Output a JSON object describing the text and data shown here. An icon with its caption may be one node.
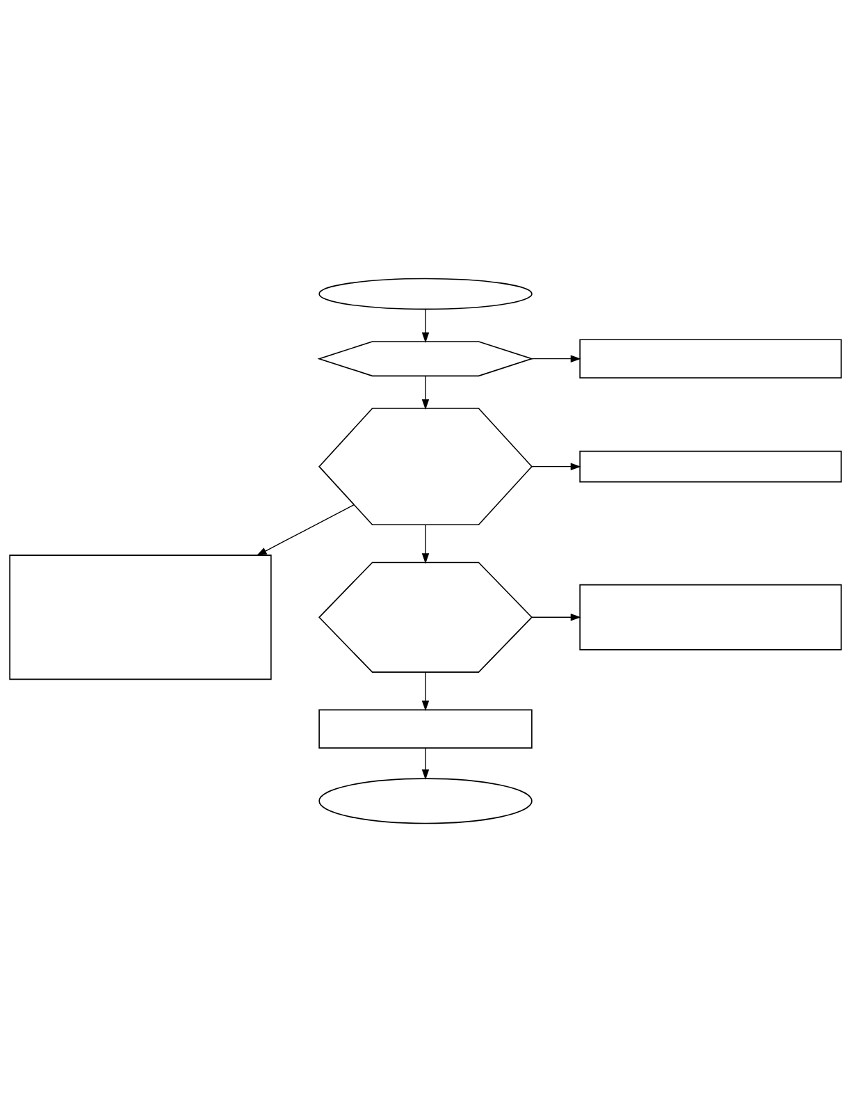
{
  "diagram": {
    "nodes": [
      {
        "text": [],
        "shape": "ellipse"
      },
      {
        "text": [],
        "shape": "hexagon"
      },
      {
        "text": [],
        "shape": "box"
      },
      {
        "text": [],
        "shape": "hexagon"
      },
      {
        "text": [],
        "shape": "box"
      },
      {
        "text": [],
        "shape": "box"
      },
      {
        "text": [],
        "shape": "hexagon"
      },
      {
        "text": [],
        "shape": "box"
      },
      {
        "text": [],
        "shape": "box"
      },
      {
        "text": [],
        "shape": "ellipse"
      }
    ],
    "edges": [
      {
        "from": 0,
        "to": 1,
        "arrow": "to"
      },
      {
        "from": 1,
        "to": 2,
        "arrow": "to"
      },
      {
        "from": 1,
        "to": 3,
        "arrow": "to"
      },
      {
        "from": 3,
        "to": 4,
        "arrow": "to"
      },
      {
        "from": 3,
        "to": 5,
        "arrow": "to"
      },
      {
        "from": 3,
        "to": 6,
        "arrow": "to"
      },
      {
        "from": 6,
        "to": 7,
        "arrow": "to"
      },
      {
        "from": 6,
        "to": 8,
        "arrow": "to"
      },
      {
        "from": 8,
        "to": 9,
        "arrow": "to"
      }
    ]
  }
}
